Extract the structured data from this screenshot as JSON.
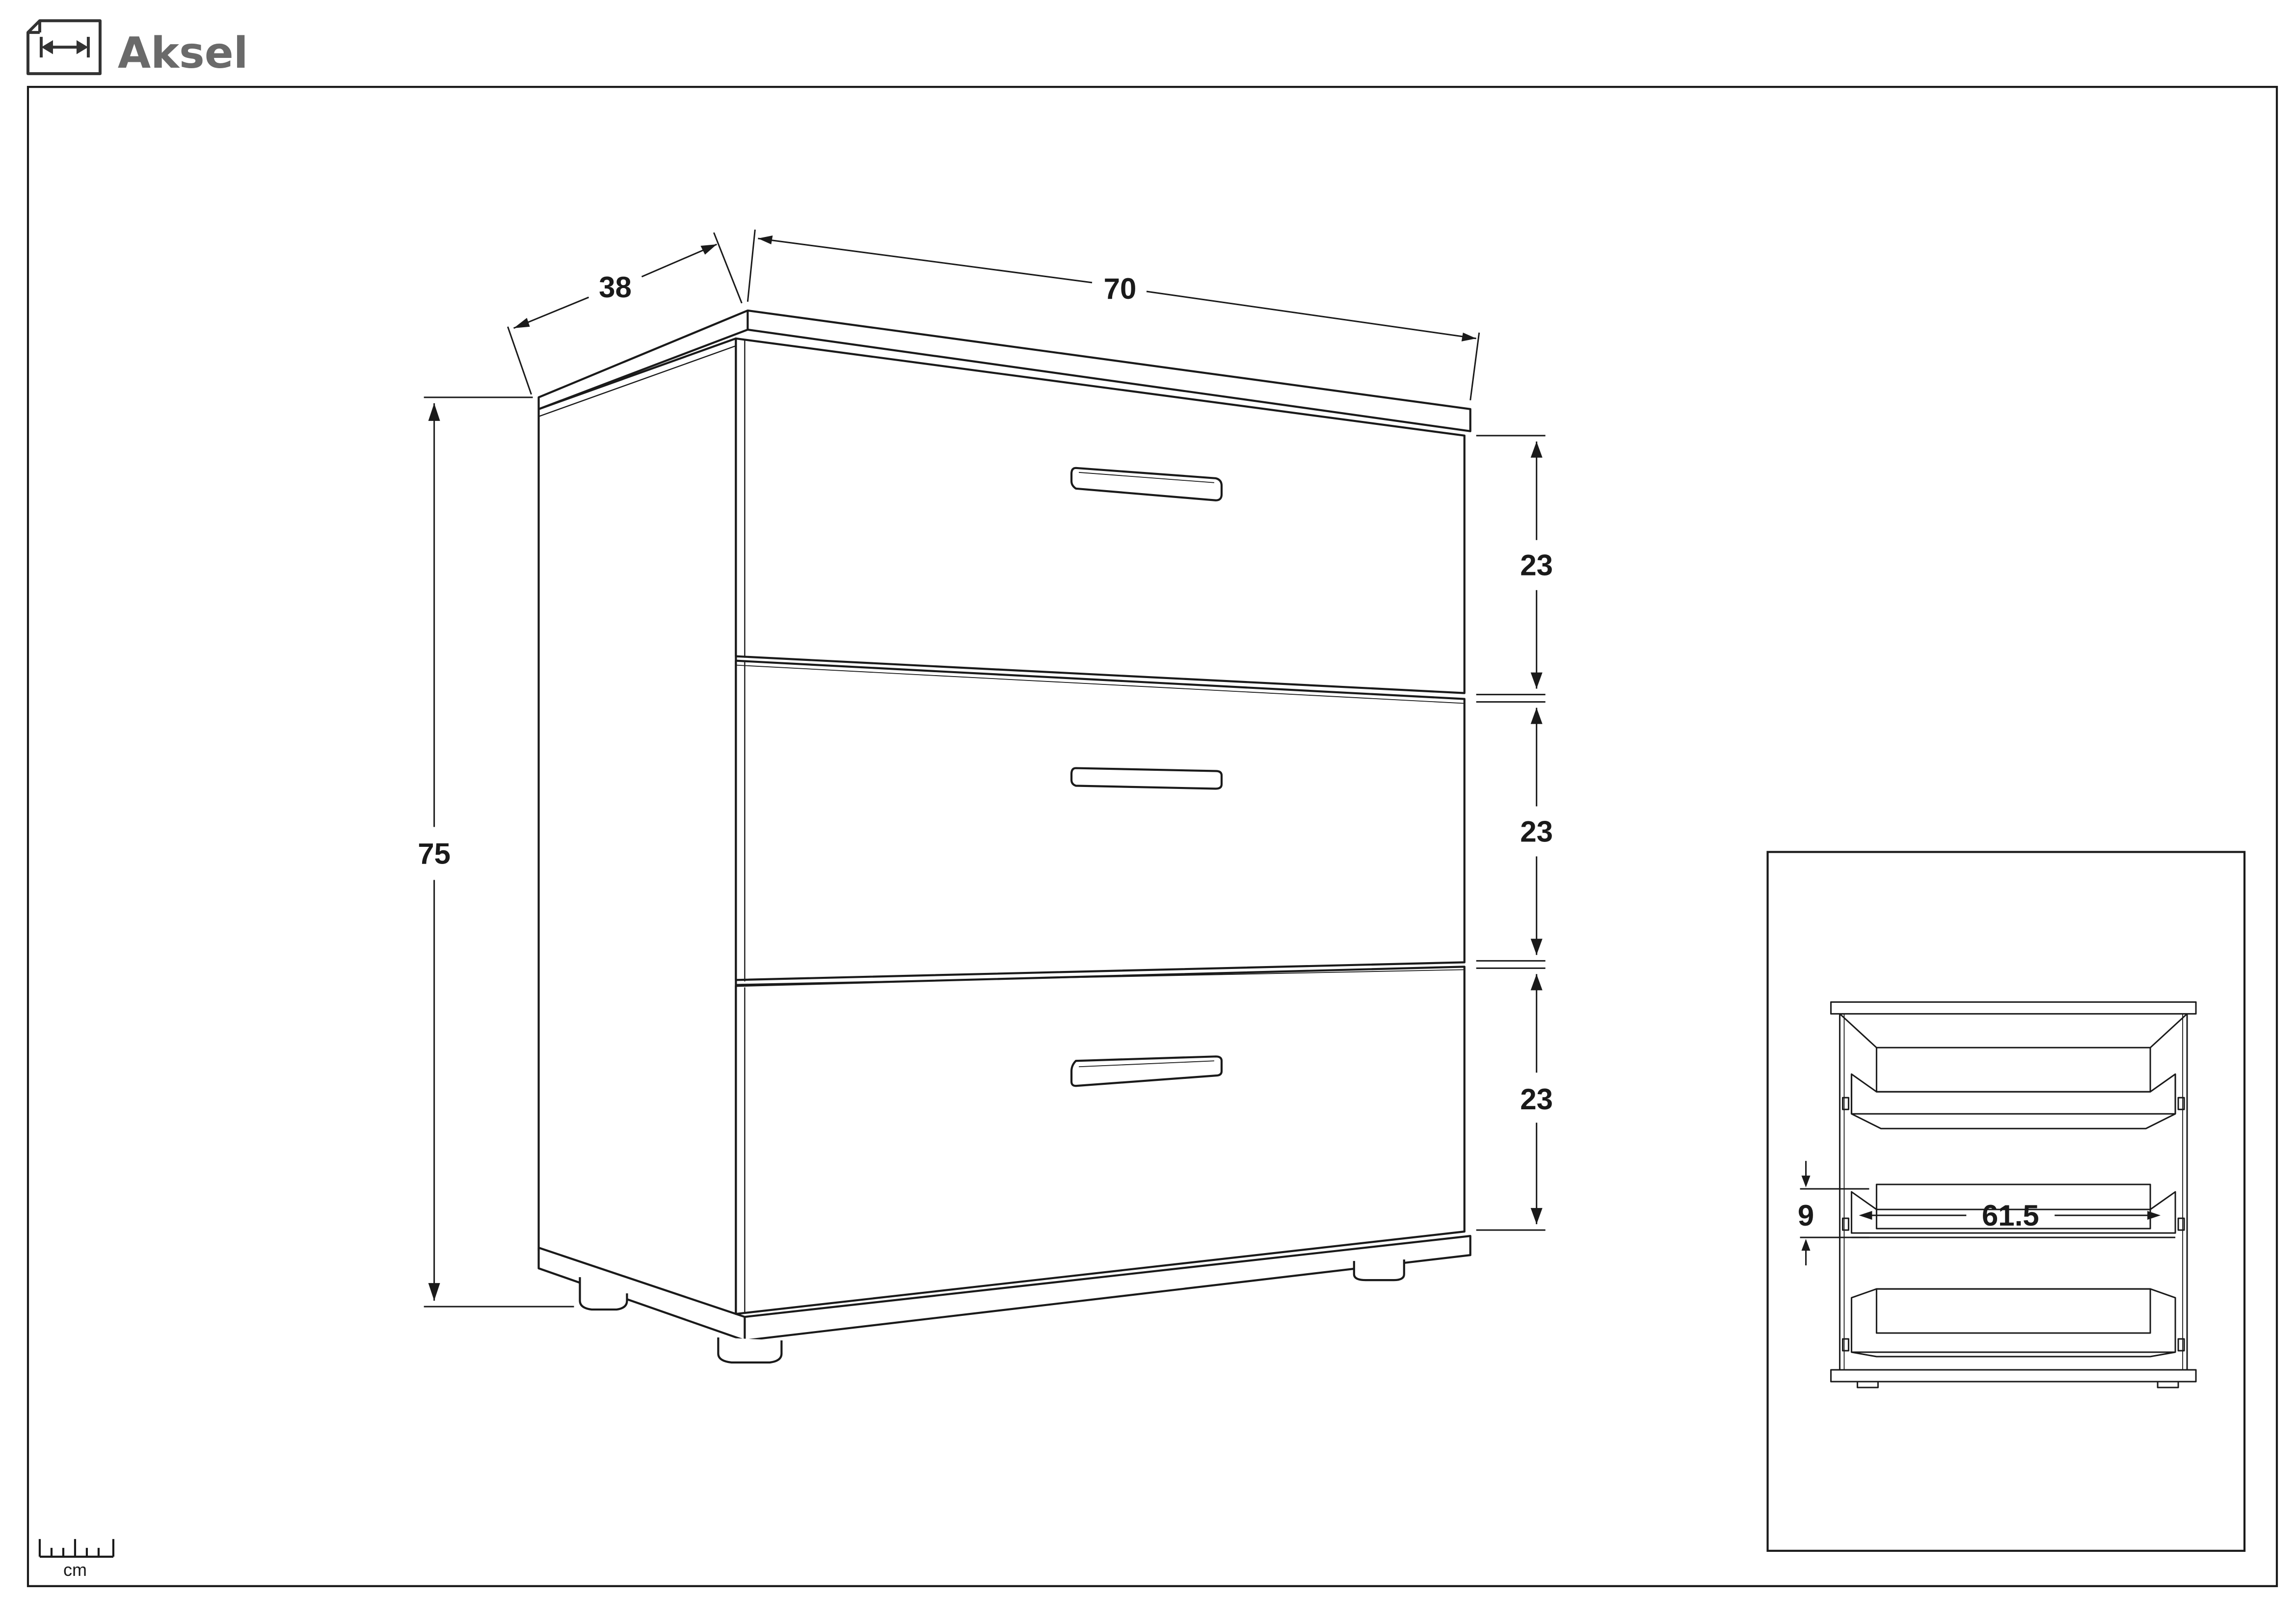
{
  "header": {
    "title": "Aksel",
    "icon": "dimensions-icon"
  },
  "main_view": {
    "width": "70",
    "depth": "38",
    "height": "75",
    "drawer_heights": [
      "23",
      "23",
      "23"
    ]
  },
  "inset_view": {
    "drawer_inner_width": "61.5",
    "drawer_inner_height": "9"
  },
  "footer": {
    "unit_label": "cm",
    "icon": "ruler-icon"
  },
  "colors": {
    "line": "#1a1a1a",
    "title": "#6a6a6a",
    "background": "#ffffff"
  }
}
